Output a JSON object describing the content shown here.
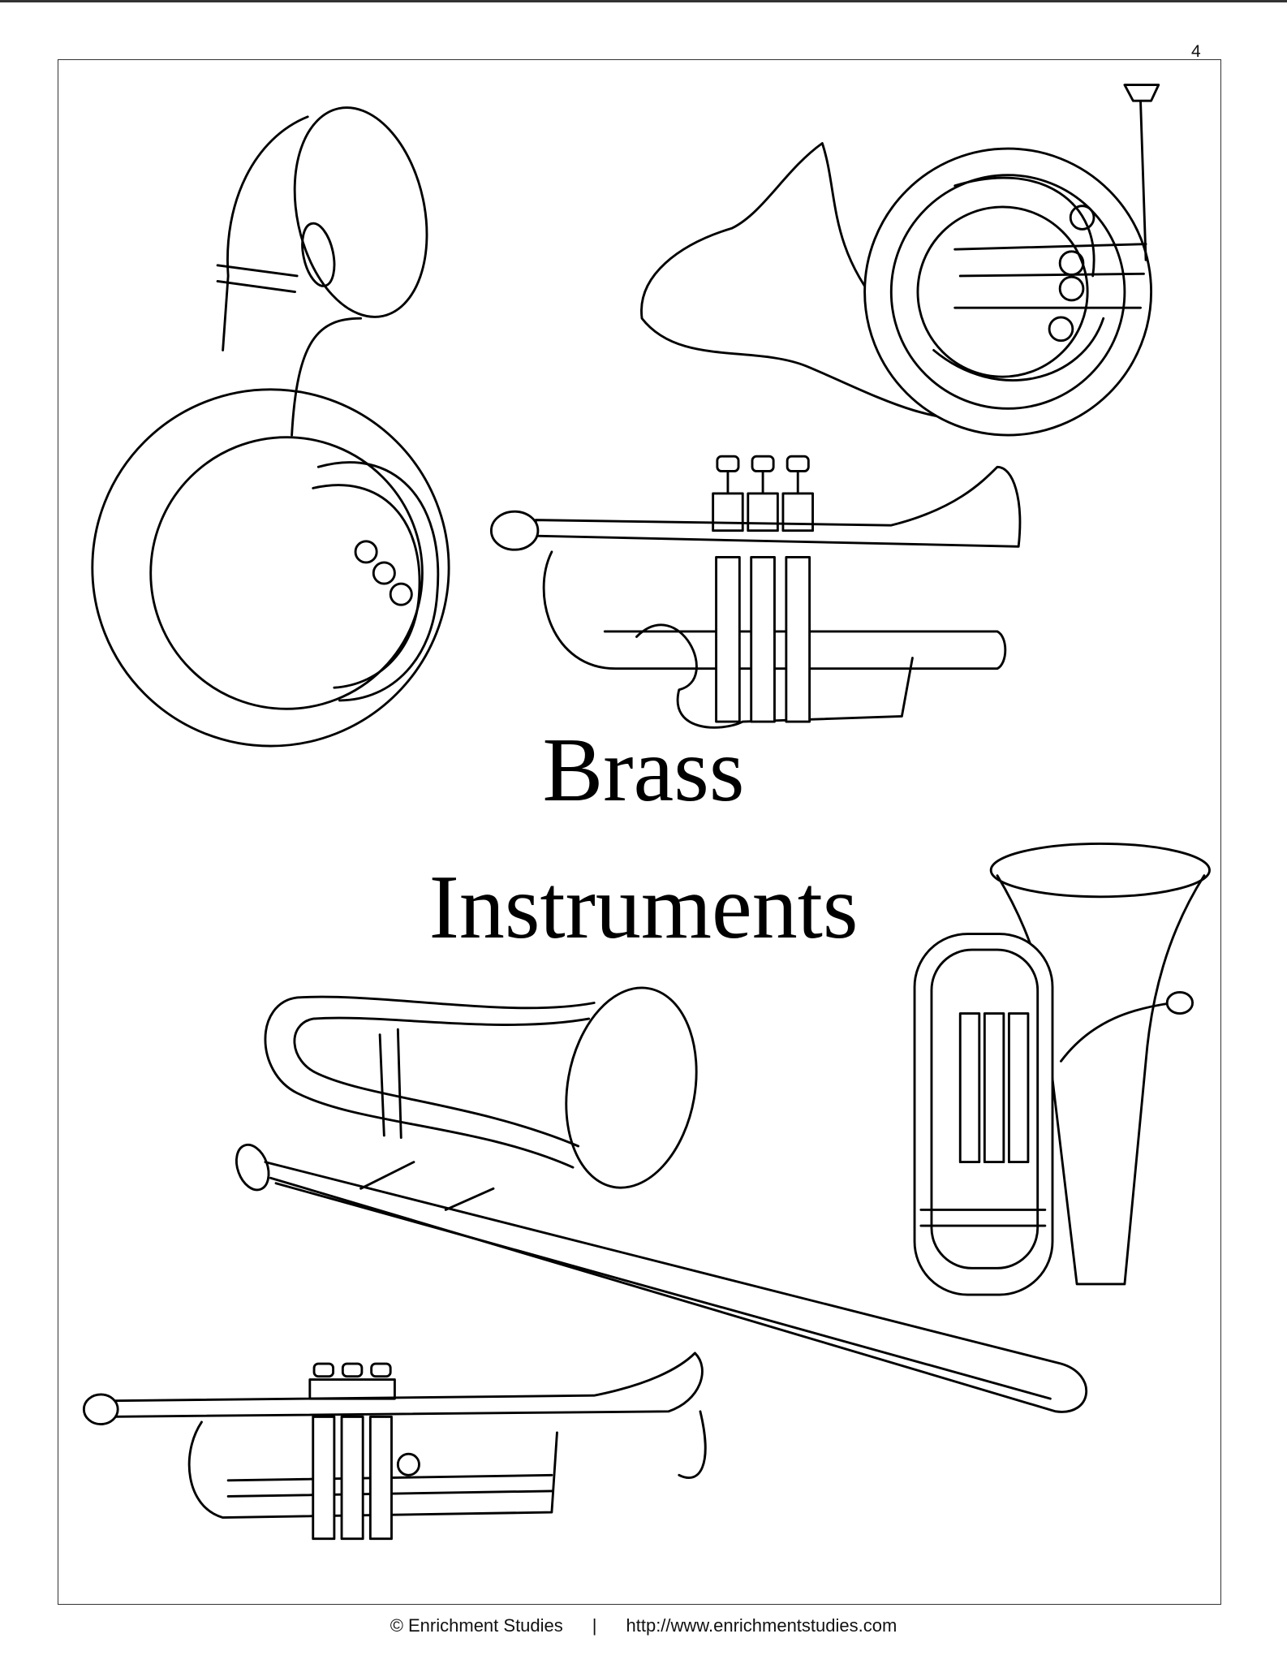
{
  "page_number": "4",
  "title": {
    "line1": "Brass",
    "line2": "Instruments"
  },
  "illustrations": [
    "sousaphone",
    "french-horn",
    "cornet",
    "trombone",
    "euphonium",
    "trumpet"
  ],
  "footer": {
    "copyright": "© Enrichment Studies",
    "separator": "|",
    "url": "http://www.enrichmentstudies.com"
  }
}
